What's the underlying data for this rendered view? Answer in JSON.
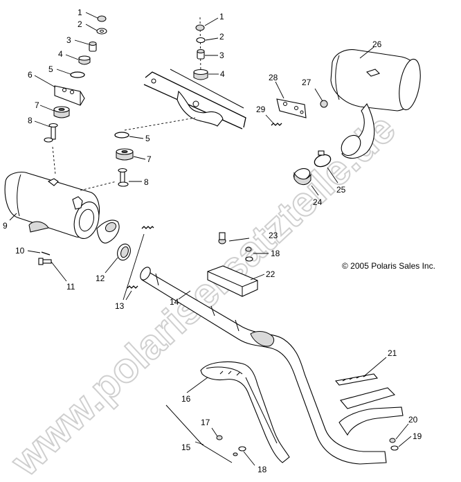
{
  "copyright": "© 2005 Polaris Sales Inc.",
  "watermark": "www.polarisersatzteile.de",
  "callouts": {
    "c1a": "1",
    "c2a": "2",
    "c3a": "3",
    "c4a": "4",
    "c5a": "5",
    "c6": "6",
    "c7a": "7",
    "c8a": "8",
    "c9": "9",
    "c10": "10",
    "c11": "11",
    "c12": "12",
    "c13": "13",
    "c14": "14",
    "c15": "15",
    "c16": "16",
    "c17": "17",
    "c18a": "18",
    "c18b": "18",
    "c19": "19",
    "c20": "20",
    "c21": "21",
    "c22": "22",
    "c23": "23",
    "c24": "24",
    "c25": "25",
    "c26": "26",
    "c27": "27",
    "c28": "28",
    "c29": "29",
    "c1b": "1",
    "c2b": "2",
    "c3b": "3",
    "c4b": "4",
    "c5b": "5",
    "c7b": "7",
    "c8b": "8"
  }
}
